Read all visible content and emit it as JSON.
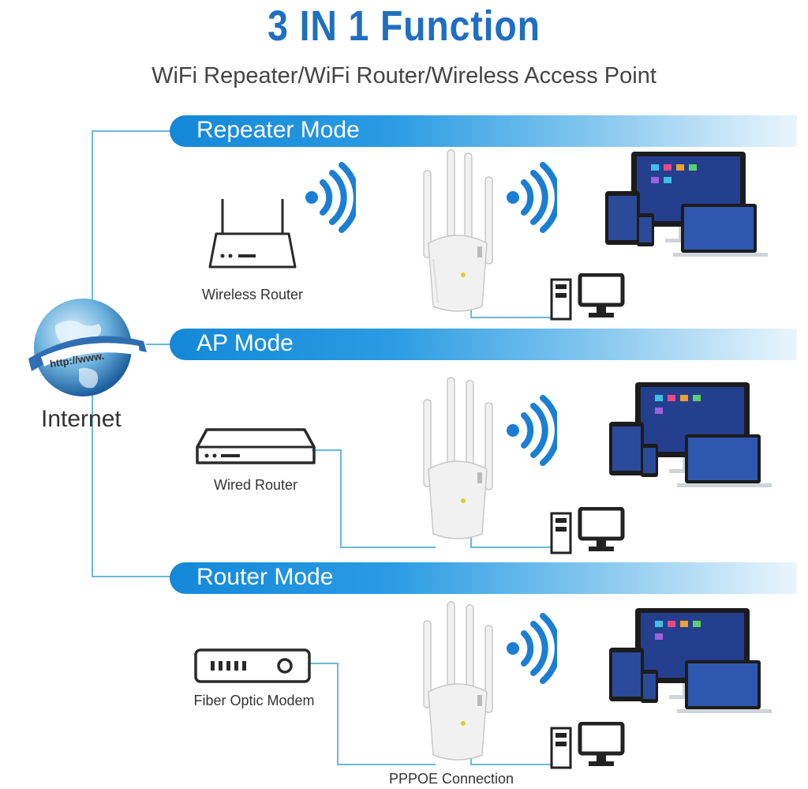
{
  "header": {
    "title": "3 IN 1 Function",
    "subtitle": "WiFi Repeater/WiFi Router/Wireless Access Point"
  },
  "internet": {
    "label": "Internet",
    "url_text": "http://www."
  },
  "modes": [
    {
      "label": "Repeater Mode",
      "source_device": "Wireless Router"
    },
    {
      "label": "AP Mode",
      "source_device": "Wired Router"
    },
    {
      "label": "Router Mode",
      "source_device": "Fiber Optic Modem",
      "connection_label": "PPPOE Connection"
    }
  ],
  "colors": {
    "accent": "#1e6fbf",
    "wifi_blue": "#1a7fd4",
    "line": "#6ab8d8",
    "device_dark": "#2a2a2a"
  },
  "icons": [
    "globe-icon",
    "wireless-router-icon",
    "wired-router-icon",
    "fiber-modem-icon",
    "wifi-signal-icon",
    "repeater-device-icon",
    "desktop-pc-icon",
    "devices-group-icon"
  ]
}
